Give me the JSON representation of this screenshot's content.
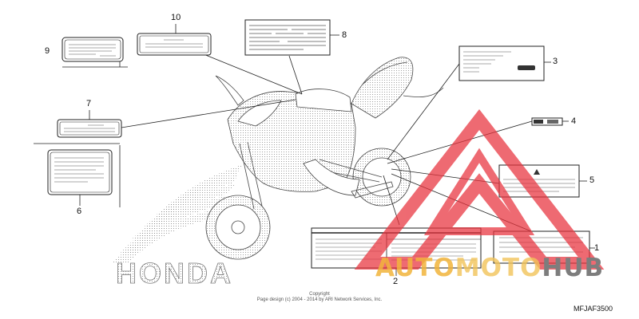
{
  "callouts": [
    {
      "id": "1",
      "label": "1"
    },
    {
      "id": "2",
      "label": "2"
    },
    {
      "id": "3",
      "label": "3"
    },
    {
      "id": "4",
      "label": "4"
    },
    {
      "id": "5",
      "label": "5"
    },
    {
      "id": "6",
      "label": "6"
    },
    {
      "id": "7",
      "label": "7"
    },
    {
      "id": "8",
      "label": "8"
    },
    {
      "id": "9",
      "label": "9"
    },
    {
      "id": "10",
      "label": "10"
    }
  ],
  "brand_text": "HONDA",
  "watermark": {
    "part1": "AUTO",
    "part2": "MOTO",
    "part3": "HUB",
    "triangle_color": "#e8323c",
    "accent_color": "#f2b43c"
  },
  "footer": {
    "copyright_line1": "Copyright",
    "copyright_line2": "Page design (c) 2004 - 2014 by ARI Network Services, Inc.",
    "diagram_code": "MFJAF3500"
  }
}
